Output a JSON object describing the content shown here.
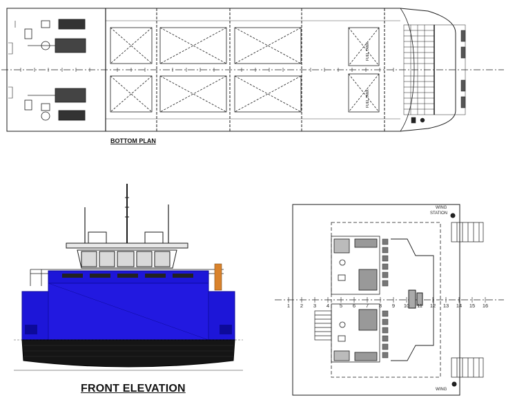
{
  "titles": {
    "bottom_plan": "BOTTOM PLAN",
    "front_elevation": "FRONT ELEVATION"
  },
  "labels": {
    "fuel_tank_upper": "FUEL TANK",
    "fuel_tank_lower": "FUEL TANK",
    "wing_station_top_1": "WING",
    "wing_station_top_2": "STATION",
    "wing_station_bottom": "WING",
    "frame_numbers": [
      "1",
      "2",
      "3",
      "4",
      "5",
      "6",
      "7",
      "8",
      "9",
      "10",
      "11",
      "12",
      "13",
      "14",
      "15",
      "16"
    ]
  },
  "colors": {
    "hull_blue": "#1d16d8",
    "hull_blue_dark": "#0d0a9a",
    "hull_black": "#151515",
    "line": "#1a1a1a",
    "orange": "#d9822b",
    "white": "#ffffff"
  }
}
